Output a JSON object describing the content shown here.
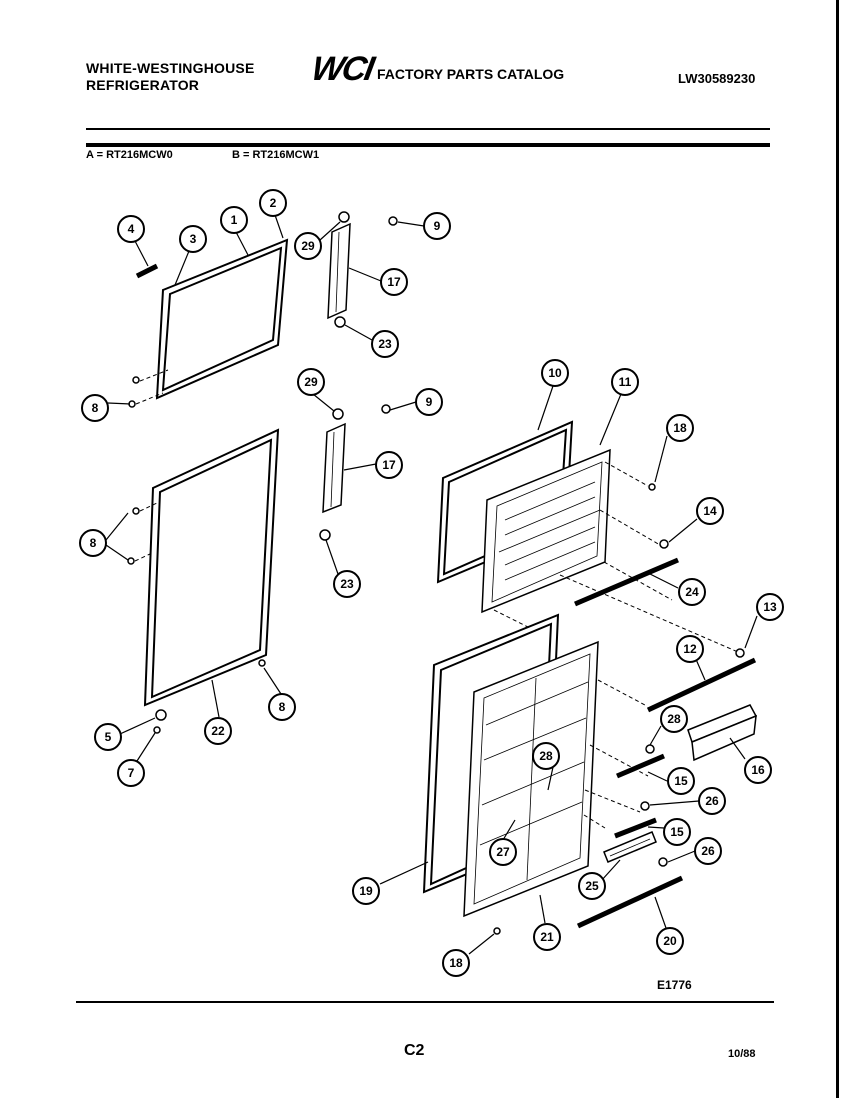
{
  "header": {
    "brand_line1": "WHITE-WESTINGHOUSE",
    "brand_line2": "REFRIGERATOR",
    "logo_text": "WCI",
    "catalog_title": "FACTORY PARTS CATALOG",
    "catalog_number": "LW30589230"
  },
  "models": {
    "a": "A = RT216MCW0",
    "b": "B = RT216MCW1"
  },
  "diagram": {
    "code": "E1776",
    "callouts": [
      "4",
      "3",
      "1",
      "2",
      "29",
      "9",
      "17",
      "23",
      "8",
      "29",
      "9",
      "17",
      "23",
      "8",
      "10",
      "11",
      "18",
      "14",
      "24",
      "13",
      "12",
      "28",
      "16",
      "15",
      "26",
      "15",
      "26",
      "25",
      "20",
      "28",
      "27",
      "19",
      "21",
      "18",
      "5",
      "22",
      "8",
      "7"
    ]
  },
  "footer": {
    "page_code": "C2",
    "date": "10/88"
  }
}
